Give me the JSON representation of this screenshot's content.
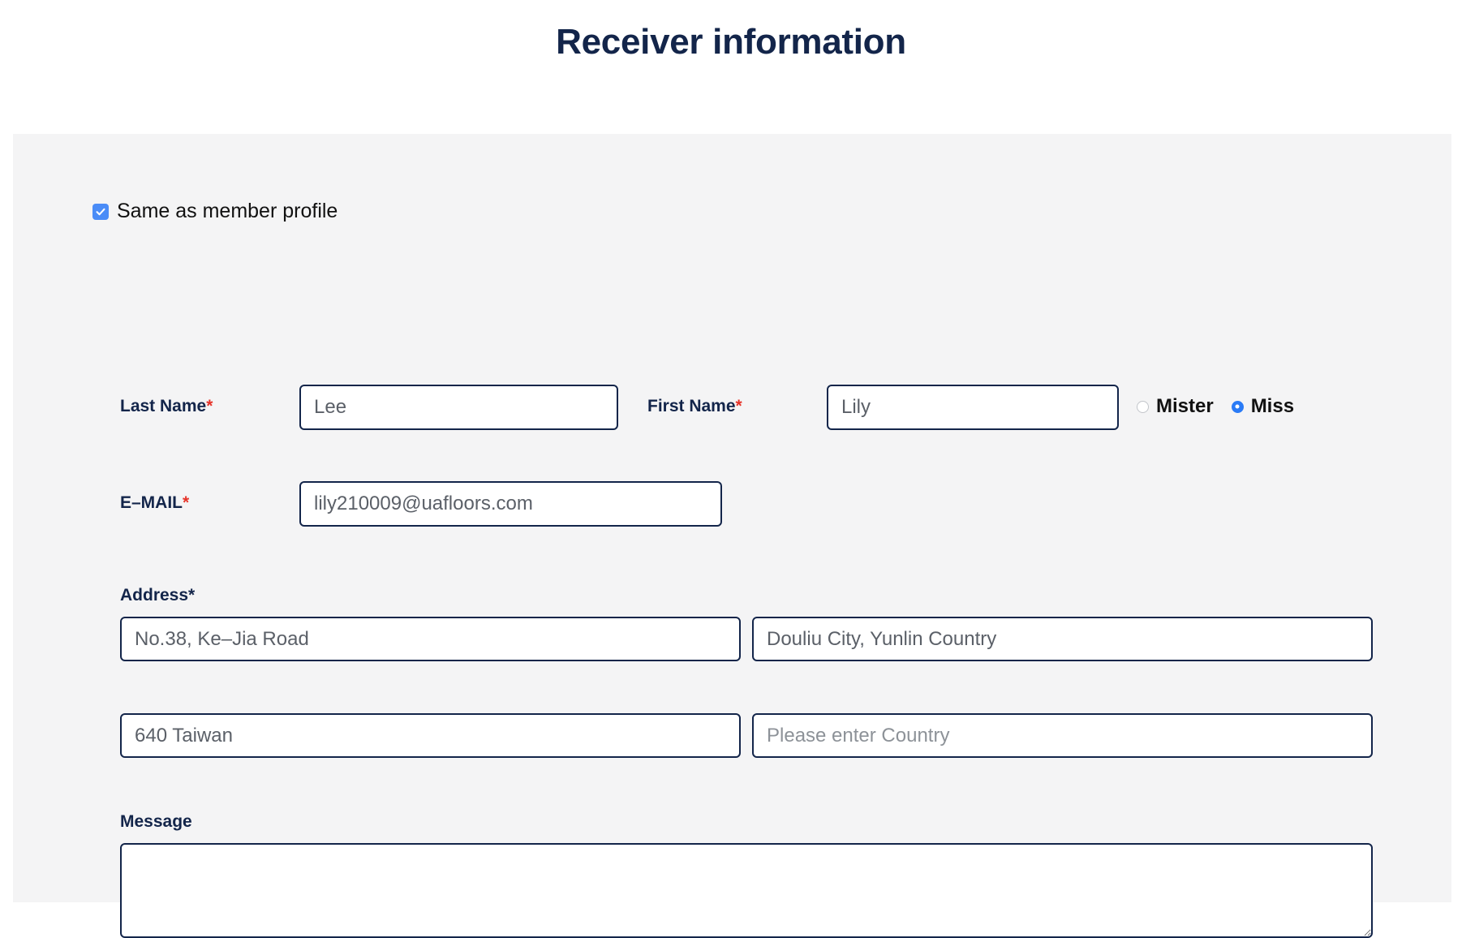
{
  "page": {
    "title": "Receiver information"
  },
  "form": {
    "same_as_profile": {
      "label": "Same as member profile",
      "checked": true,
      "icon": "check-icon"
    },
    "last_name": {
      "label": "Last Name",
      "required_marker": "*",
      "value": "Lee",
      "placeholder": "Lee"
    },
    "first_name": {
      "label": "First Name",
      "required_marker": "*",
      "value": "Lily",
      "placeholder": "Lily"
    },
    "title_options": [
      {
        "label": "Mister",
        "selected": false
      },
      {
        "label": "Miss",
        "selected": true
      }
    ],
    "email": {
      "label": "E–MAIL",
      "required_marker": "*",
      "value": "lily210009@uafloors.com",
      "placeholder": "lily210009@uafloors.com"
    },
    "address": {
      "label": "Address*",
      "line1": {
        "value": "No.38, Ke–Jia Road",
        "placeholder": "No.38, Ke–Jia Road"
      },
      "line2": {
        "value": "Douliu City, Yunlin Country",
        "placeholder": "Douliu City, Yunlin Country"
      },
      "line3": {
        "value": "640 Taiwan",
        "placeholder": "640 Taiwan"
      },
      "line4": {
        "value": "",
        "placeholder": "Please enter Country"
      }
    },
    "message": {
      "label": "Message",
      "value": "",
      "placeholder": ""
    }
  },
  "colors": {
    "title_navy": "#13254a",
    "required_red": "#e63329",
    "accent_blue": "#4a8cf7",
    "radio_blue": "#2a7bf6",
    "panel_bg": "#f4f4f5",
    "input_text": "#5b6068"
  }
}
